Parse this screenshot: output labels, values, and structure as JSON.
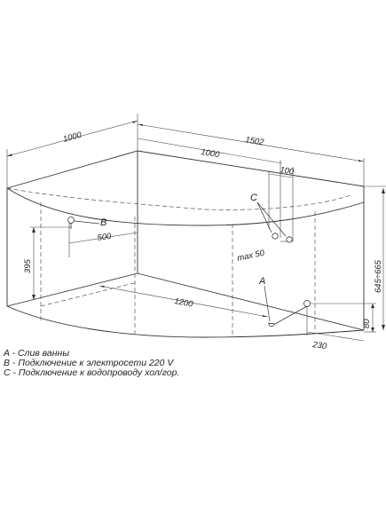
{
  "dimensions": {
    "depth": "1000",
    "length_total": "1502",
    "length_inner": "1000",
    "offset_c": "100",
    "height_b": "395",
    "offset_b": "500",
    "valve_gap": "max 50",
    "length_base": "1200",
    "drain_offset": "230",
    "drain_height": "80",
    "rim_height": "645÷665"
  },
  "callouts": {
    "a": "A",
    "b": "B",
    "c": "C"
  },
  "legend": [
    "A - Слив ванны",
    "B - Подключение к электросети 220 V",
    "C - Подключение к водопроводу хол/гор."
  ]
}
